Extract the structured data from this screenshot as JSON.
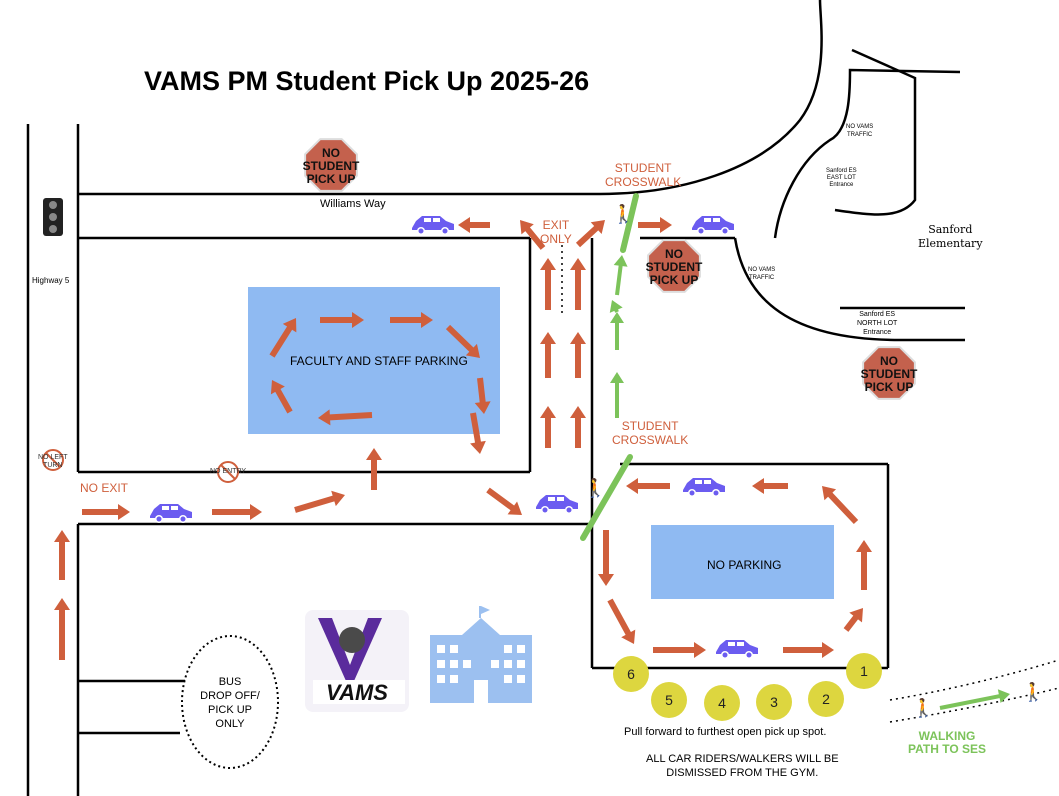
{
  "title": "VAMS PM Student Pick Up 2025-26",
  "roads": {
    "williams_way": "Williams Way",
    "highway_5": "Highway 5"
  },
  "signs": {
    "stop_label_lines": [
      "NO",
      "STUDENT",
      "PICK UP"
    ],
    "no_left_turn": [
      "NO LEFT",
      "TURN"
    ],
    "no_entry": "NO ENTRY",
    "exit_only": [
      "EXIT",
      "ONLY"
    ],
    "no_exit": "NO EXIT"
  },
  "crosswalks": {
    "top": [
      "STUDENT",
      "CROSSWALK"
    ],
    "middle": [
      "STUDENT",
      "CROSSWALK"
    ]
  },
  "areas": {
    "faculty_parking": "FACULTY AND STAFF PARKING",
    "no_parking": "NO PARKING",
    "bus_zone": [
      "BUS",
      "DROP OFF/",
      "PICK UP",
      "ONLY"
    ]
  },
  "sanford": {
    "name": [
      "Sanford",
      "Elementary"
    ],
    "no_vams_traffic_upper": [
      "NO VAMS",
      "TRAFFIC"
    ],
    "no_vams_traffic_lower": [
      "NO VAMS",
      "TRAFFIC"
    ],
    "east_lot": [
      "Sanford ES",
      "EAST LOT",
      "Entrance"
    ],
    "north_lot": [
      "Sanford ES",
      "NORTH LOT",
      "Entrance"
    ]
  },
  "pickup_spots": [
    "1",
    "2",
    "3",
    "4",
    "5",
    "6"
  ],
  "notes": {
    "pull_forward": "Pull forward to furthest open pick up spot.",
    "dismissal": [
      "ALL CAR RIDERS/WALKERS WILL BE",
      "DISMISSED FROM THE GYM."
    ]
  },
  "walking_path": [
    "WALKING",
    "PATH TO SES"
  ],
  "logo_text": "VAMS",
  "colors": {
    "arrow": "#cf5f3c",
    "car": "#6b5cf0",
    "crosswalk": "#7cc35a",
    "parking_fill": "#8fbaf2",
    "stop_fill": "#c4614d",
    "spot_fill": "#ddd63f",
    "school_icon": "#9cc0f0"
  }
}
